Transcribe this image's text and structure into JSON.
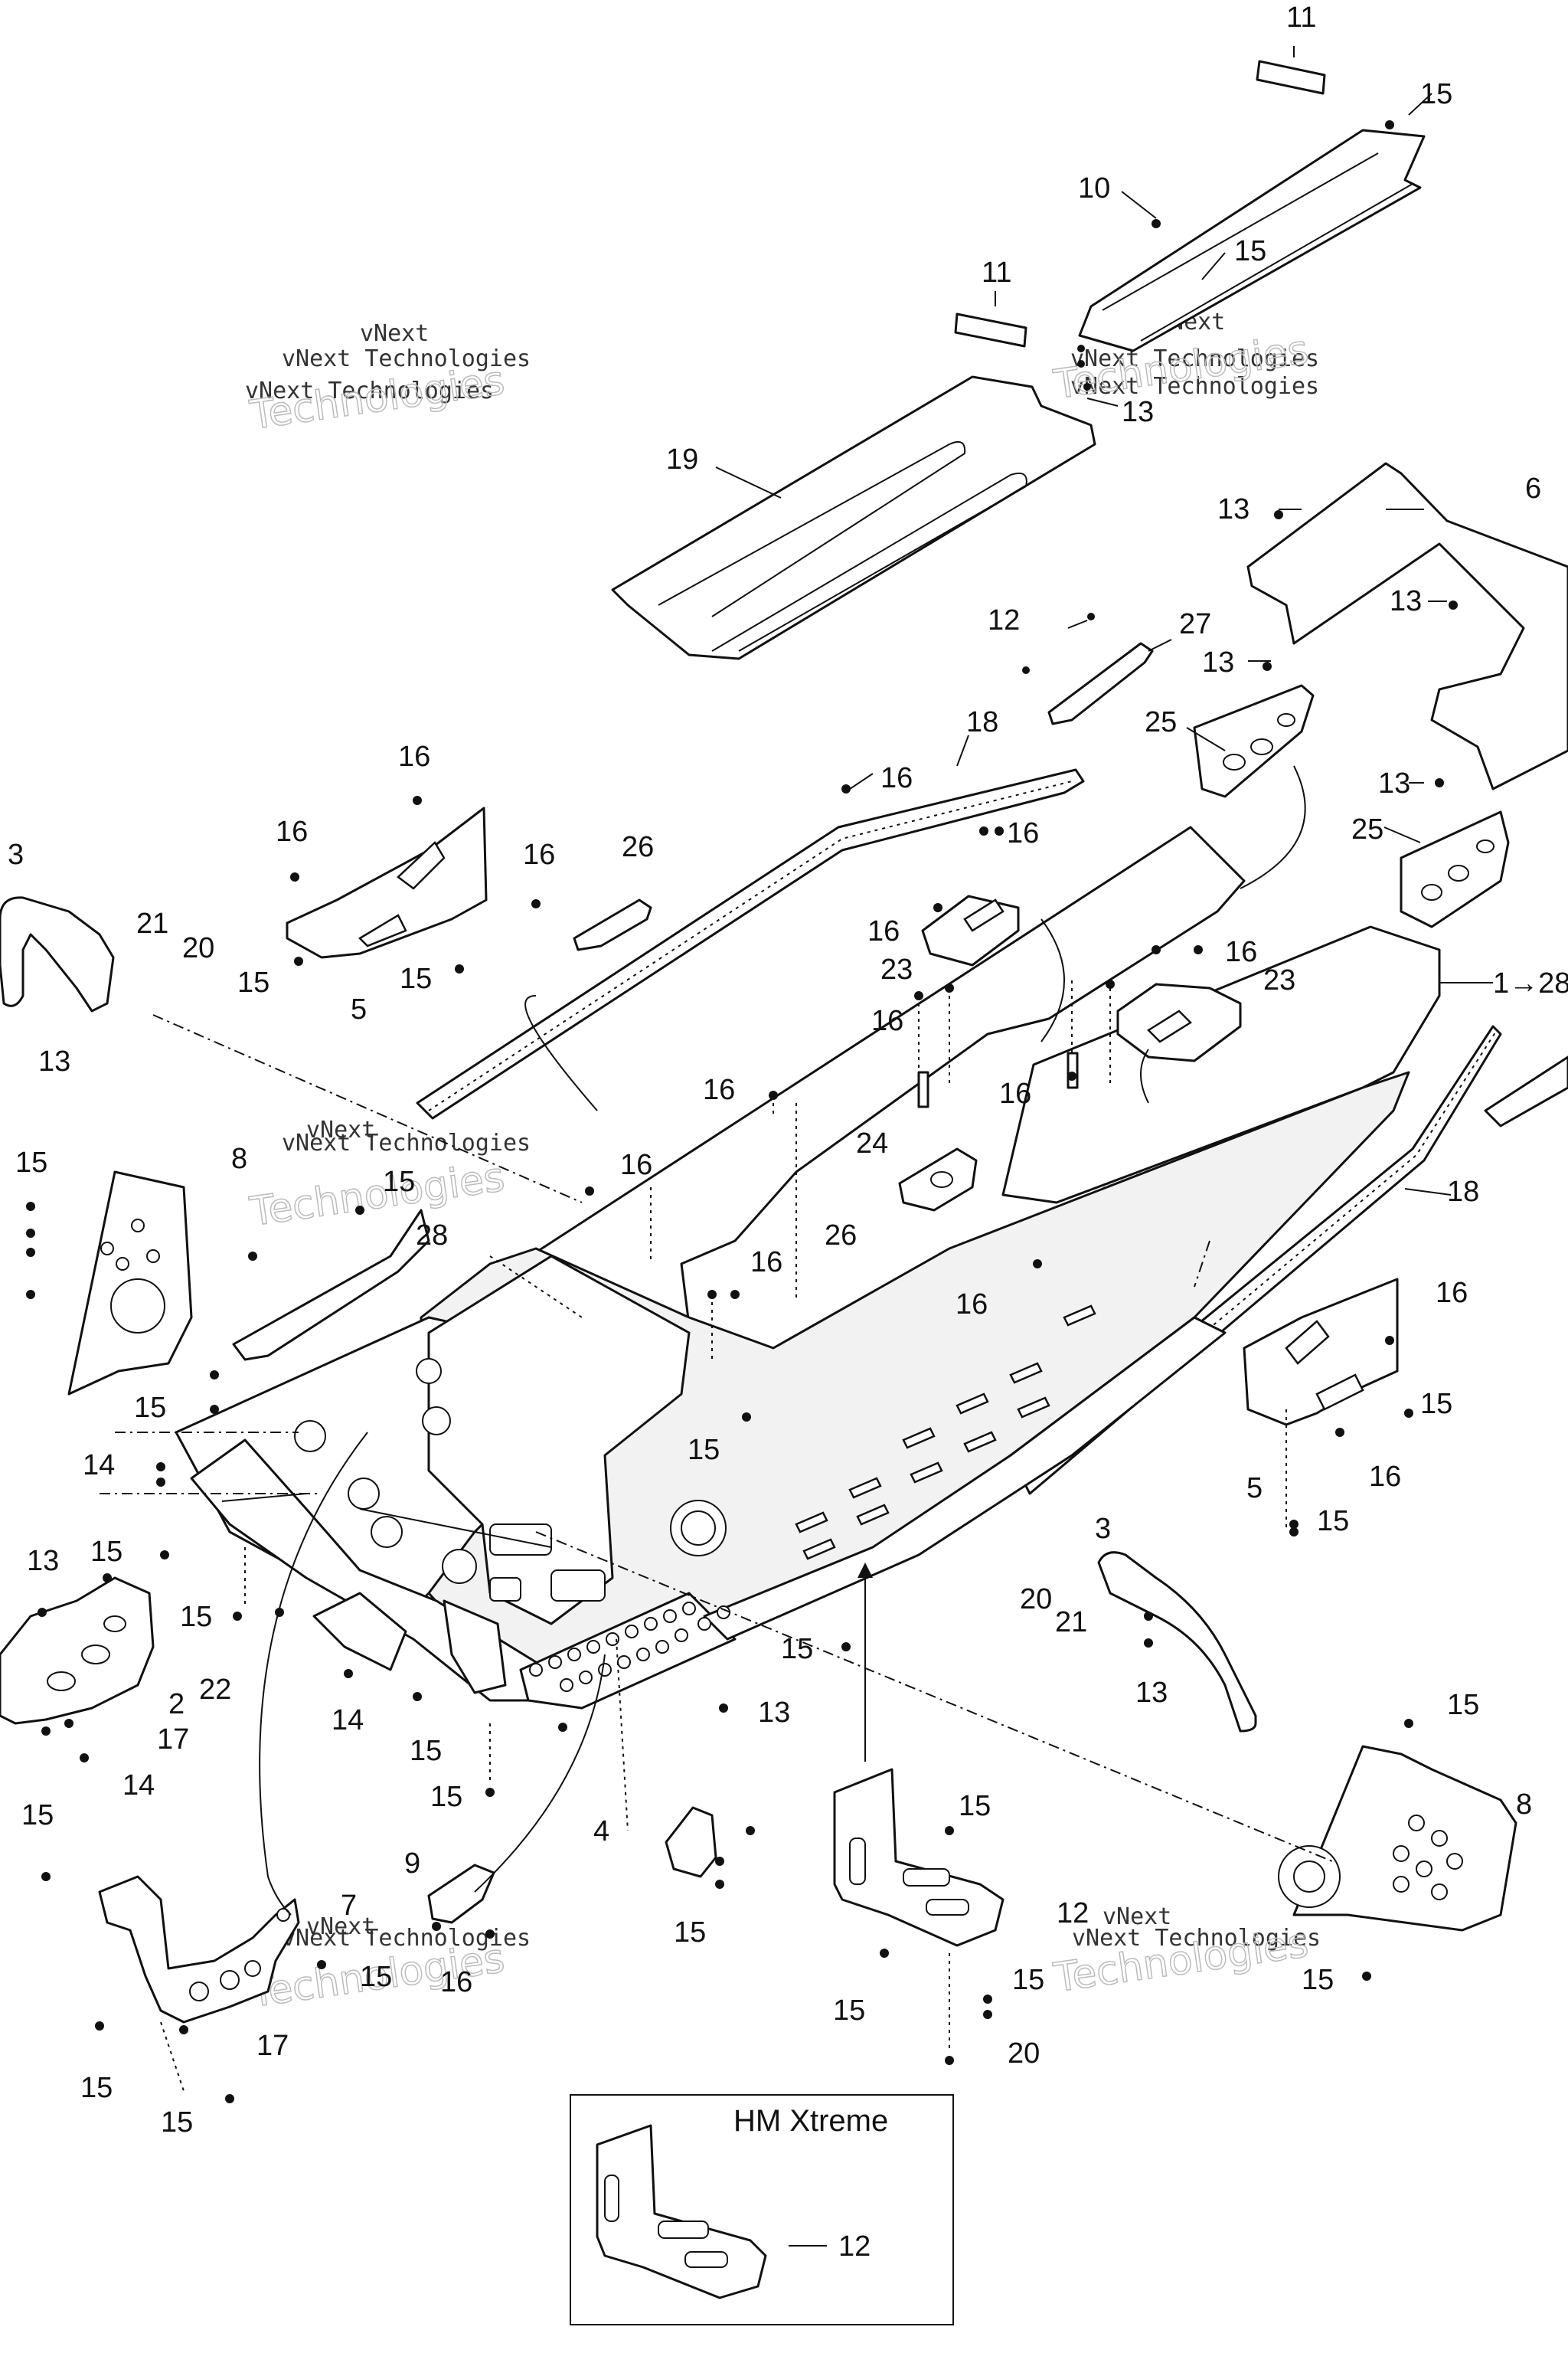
{
  "callouts": {
    "c11a": "11",
    "c15a": "15",
    "c10": "10",
    "c15b": "15",
    "c11b": "11",
    "c13a": "13",
    "c19": "19",
    "c6": "6",
    "c13b": "13",
    "c13c": "13",
    "c13d": "13",
    "c12a": "12",
    "c27": "27",
    "c25a": "25",
    "c25b": "25",
    "c13e": "13",
    "c18a": "18",
    "c16a": "16",
    "c16b": "16",
    "c16c": "16",
    "c16d": "16",
    "c26a": "26",
    "c3a": "3",
    "c21a": "21",
    "c20a": "20",
    "c15c": "15",
    "c5a": "5",
    "c15d": "15",
    "c13f": "13",
    "c16e": "16",
    "c16f": "16",
    "c23a": "23",
    "c16g": "16",
    "c16h": "16",
    "c23b": "23",
    "c1": "1→28",
    "c16i": "16",
    "c16j": "16",
    "c24": "24",
    "c26b": "26",
    "c18b": "18",
    "c15e": "15",
    "c8a": "8",
    "c15f": "15",
    "c28": "28",
    "c16k": "16",
    "c16l": "16",
    "c16m": "16",
    "c15g": "15",
    "c14a": "14",
    "c15h": "15",
    "c13g": "13",
    "c15i": "15",
    "c2": "2",
    "c22": "22",
    "c17a": "17",
    "c14b": "14",
    "c14c": "14",
    "c15j": "15",
    "c15k": "15",
    "c16n": "16",
    "c15l": "15",
    "c5b": "5",
    "c16o": "16",
    "c15m": "15",
    "c3b": "3",
    "c20b": "20",
    "c21b": "21",
    "c13h": "13",
    "c15n": "15",
    "c13i": "13",
    "c15o": "15",
    "c8b": "8",
    "c4": "4",
    "c15p": "15",
    "c15q": "15",
    "c12b": "12",
    "c9": "9",
    "c7": "7",
    "c15r": "15",
    "c16p": "16",
    "c17b": "17",
    "c15s": "15",
    "c15t": "15",
    "c15u": "15",
    "c15v": "15",
    "c15w": "15",
    "c20c": "20",
    "c12c": "12"
  },
  "inset": {
    "title": "HM Xtreme",
    "label": "12"
  },
  "watermarks": {
    "line1": "vNext",
    "line2": "vNext Technologies",
    "line3": "Technologies"
  },
  "colors": {
    "ink": "#111111",
    "paper": "#ffffff"
  }
}
